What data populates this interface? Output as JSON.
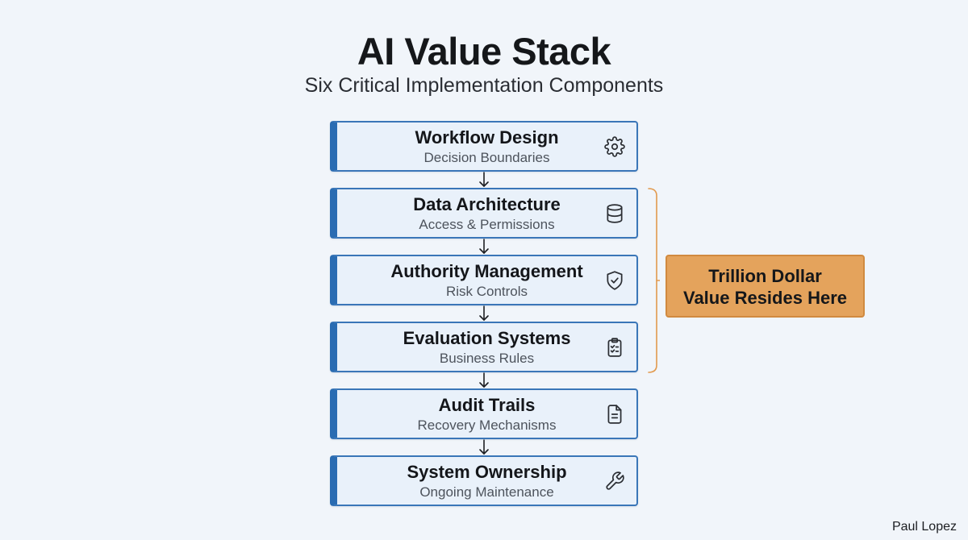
{
  "title": "AI Value Stack",
  "subtitle": "Six Critical Implementation Components",
  "layers": [
    {
      "title": "Workflow Design",
      "subtitle": "Decision Boundaries",
      "icon": "gear-icon"
    },
    {
      "title": "Data Architecture",
      "subtitle": "Access & Permissions",
      "icon": "database-icon"
    },
    {
      "title": "Authority Management",
      "subtitle": "Risk Controls",
      "icon": "shield-check-icon"
    },
    {
      "title": "Evaluation Systems",
      "subtitle": "Business Rules",
      "icon": "clipboard-checklist-icon"
    },
    {
      "title": "Audit Trails",
      "subtitle": "Recovery Mechanisms",
      "icon": "document-icon"
    },
    {
      "title": "System Ownership",
      "subtitle": "Ongoing Maintenance",
      "icon": "wrench-icon"
    }
  ],
  "callout": {
    "line1": "Trillion Dollar",
    "line2": "Value Resides Here",
    "spans_layers": [
      "Data Architecture",
      "Authority Management",
      "Evaluation Systems"
    ]
  },
  "author": "Paul Lopez",
  "colors": {
    "background": "#f1f5fa",
    "layer_fill": "#e9f1fa",
    "layer_border": "#2a6cb2",
    "callout_fill": "#e4a35c",
    "bracket": "#e29a4e"
  }
}
